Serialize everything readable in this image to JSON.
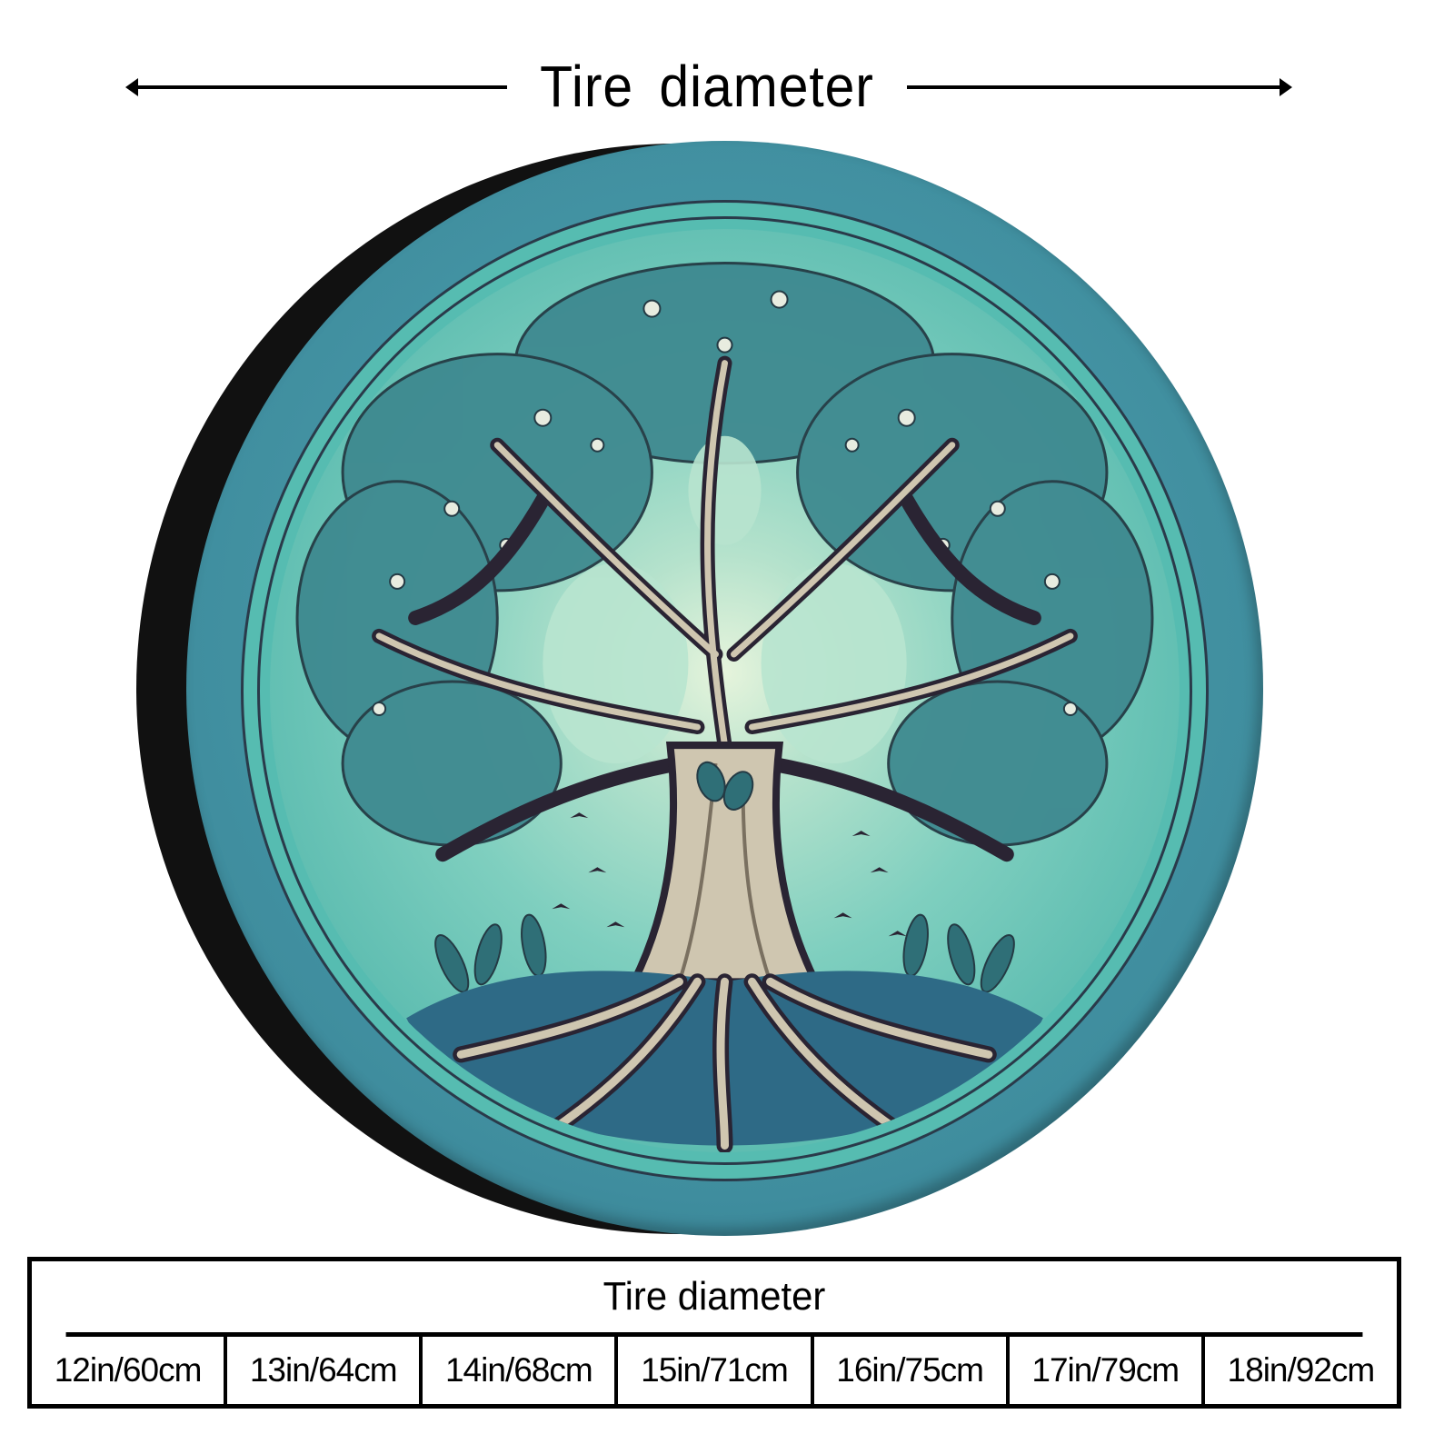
{
  "dimension": {
    "label": "Tire  diameter"
  },
  "product": {
    "name": "spare-tire-cover",
    "design": "tree-of-life",
    "colors": {
      "rim": "#111111",
      "border": "#3f8d9e",
      "ring": "#56bcb1",
      "sky": "#b5e2cc",
      "trunk": "#cfc6b0",
      "outline": "#2a2433",
      "foliage": "#2f6f77"
    }
  },
  "size_table": {
    "header": "Tire diameter",
    "sizes": [
      "12in/60cm",
      "13in/64cm",
      "14in/68cm",
      "15in/71cm",
      "16in/75cm",
      "17in/79cm",
      "18in/92cm"
    ]
  }
}
